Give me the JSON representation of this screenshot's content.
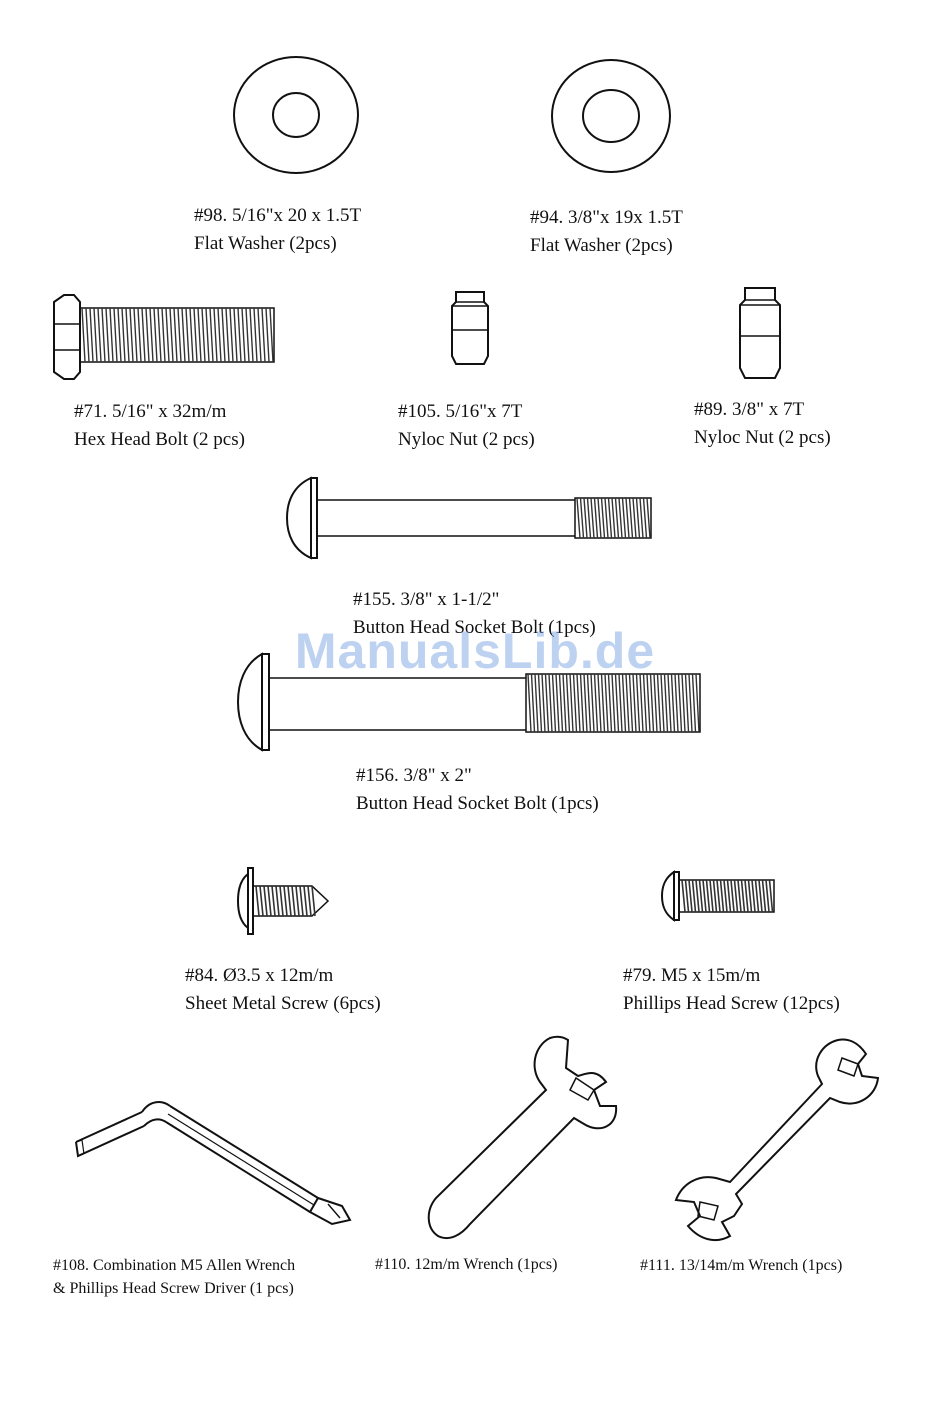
{
  "watermark": "ManualsLib.de",
  "parts": {
    "p98": {
      "line1": "#98. 5/16\"x 20 x 1.5T",
      "line2": "Flat Washer (2pcs)"
    },
    "p94": {
      "line1": "#94. 3/8\"x 19x 1.5T",
      "line2": "Flat Washer (2pcs)"
    },
    "p71": {
      "line1": "#71. 5/16\" x 32m/m",
      "line2": "Hex Head Bolt (2 pcs)"
    },
    "p105": {
      "line1": "#105. 5/16\"x 7T",
      "line2": "Nyloc Nut (2 pcs)"
    },
    "p89": {
      "line1": "#89. 3/8\" x 7T",
      "line2": "Nyloc Nut (2 pcs)"
    },
    "p155": {
      "line1": "#155. 3/8\" x 1-1/2\"",
      "line2": "Button Head Socket Bolt (1pcs)"
    },
    "p156": {
      "line1": "#156. 3/8\" x 2\"",
      "line2": "Button Head Socket Bolt (1pcs)"
    },
    "p84": {
      "line1": "#84. Ø3.5 x 12m/m",
      "line2": "Sheet Metal Screw (6pcs)"
    },
    "p79": {
      "line1": "#79. M5 x 15m/m",
      "line2": "Phillips Head Screw (12pcs)"
    },
    "p108": {
      "line1": "#108. Combination M5 Allen Wrench",
      "line2": "& Phillips Head Screw Driver (1 pcs)"
    },
    "p110": {
      "line1": "#110. 12m/m Wrench (1pcs)"
    },
    "p111": {
      "line1": "#111. 13/14m/m Wrench (1pcs)"
    }
  }
}
